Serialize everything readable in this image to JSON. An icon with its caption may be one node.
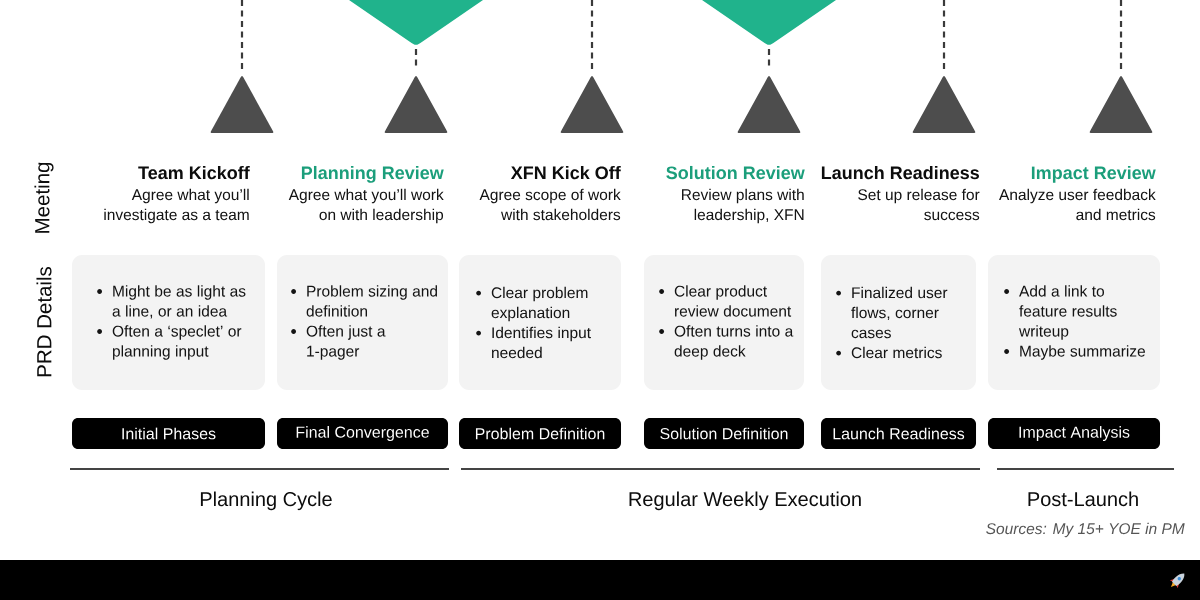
{
  "diagram": {
    "nodes": [
      {
        "text": [],
        "shape": "triangle"
      },
      {
        "text": [],
        "shape": "triangle"
      },
      {
        "text": [],
        "shape": "triangle"
      },
      {
        "text": [],
        "shape": "triangle"
      },
      {
        "text": [],
        "shape": "triangle"
      },
      {
        "text": [],
        "shape": "triangle"
      },
      {
        "text": [],
        "shape": "triangle"
      },
      {
        "text": [],
        "shape": "triangle"
      },
      {
        "text": [
          "Might be as light as a line, or an idea",
          "Often a ‘speclet’ or planning input"
        ]
      },
      {
        "text": [
          "Problem sizing and definition",
          "Often just a 1-pager"
        ]
      },
      {
        "text": [
          "Clear problem explanation",
          "Identifies input needed"
        ]
      },
      {
        "text": [
          "Clear product review document",
          "Often turns into a deep deck"
        ]
      },
      {
        "text": [
          "Finalized user flows, corner cases",
          "Clear metrics"
        ]
      },
      {
        "text": [
          "Add a link to feature results writeup",
          "Maybe summarize"
        ]
      },
      {
        "text": [
          "Initial Phases"
        ]
      },
      {
        "text": [
          "Final Convergence"
        ]
      },
      {
        "text": [
          "Problem Definition"
        ]
      },
      {
        "text": [
          "Solution Definition"
        ]
      },
      {
        "text": [
          "Launch Readiness"
        ]
      },
      {
        "text": [
          "Impact Analysis"
        ]
      }
    ],
    "edges": [
      {
        "from": null,
        "to": 2,
        "arrow": "none",
        "style": "dashed"
      },
      {
        "from": 0,
        "to": 3,
        "arrow": "none",
        "style": "dashed"
      },
      {
        "from": null,
        "to": 4,
        "arrow": "none",
        "style": "dashed"
      },
      {
        "from": 1,
        "to": 5,
        "arrow": "none",
        "style": "dashed"
      },
      {
        "from": null,
        "to": 6,
        "arrow": "none",
        "style": "dashed"
      },
      {
        "from": null,
        "to": 7,
        "arrow": "none",
        "style": "dashed"
      }
    ],
    "labels": [
      "Meeting",
      "Team Kickoff",
      "Agree what you’ll investigate as a team",
      "Planning Review",
      "Agree what you’ll work on with leadership",
      "XFN Kick Off",
      "Agree scope of work with stakeholders",
      "Solution Review",
      "Review plans with leadership, XFN",
      "Launch Readiness",
      "Set up release for success",
      "Impact Review",
      "Analyze user feedback and metrics",
      "PRD Details",
      "Planning Cycle",
      "Regular Weekly Execution",
      "Post-Launch",
      "Sources: My 15+ YOE in PM"
    ]
  }
}
